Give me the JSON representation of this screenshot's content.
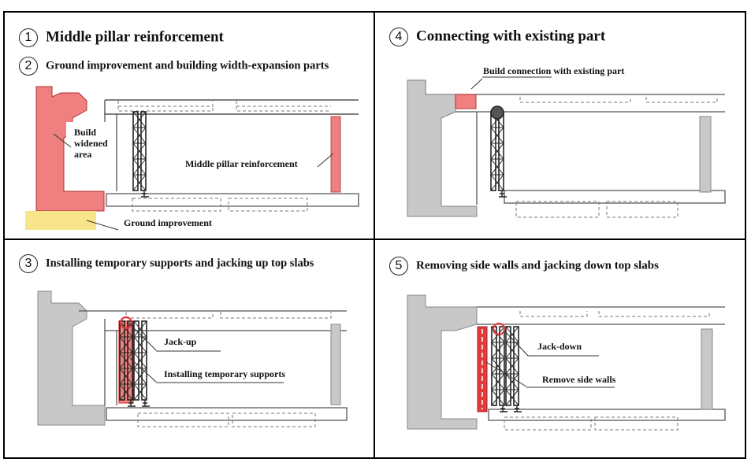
{
  "panels": [
    {
      "number": "1",
      "title": "Middle pillar reinforcement"
    },
    {
      "number": "2",
      "title": "Ground improvement and building width-expansion parts",
      "labels": {
        "widened_1": "Build",
        "widened_2": "widened",
        "widened_3": "area",
        "pillar": "Middle pillar reinforcement",
        "ground": "Ground improvement"
      }
    },
    {
      "number": "3",
      "title": "Installing temporary supports and jacking up top slabs",
      "labels": {
        "jack": "Jack-up",
        "supports": "Installing temporary supports"
      }
    },
    {
      "number": "4",
      "title": "Connecting with existing part",
      "labels": {
        "connection": "Build connection with existing part"
      }
    },
    {
      "number": "5",
      "title": "Removing side walls and jacking down top slabs",
      "labels": {
        "jack": "Jack-down",
        "walls": "Remove side walls"
      }
    }
  ],
  "colors": {
    "red_fill": "#f08080",
    "red_strong": "#e23b3b",
    "yellow_fill": "#f8e48a",
    "grey_fill": "#c8c8c8"
  }
}
